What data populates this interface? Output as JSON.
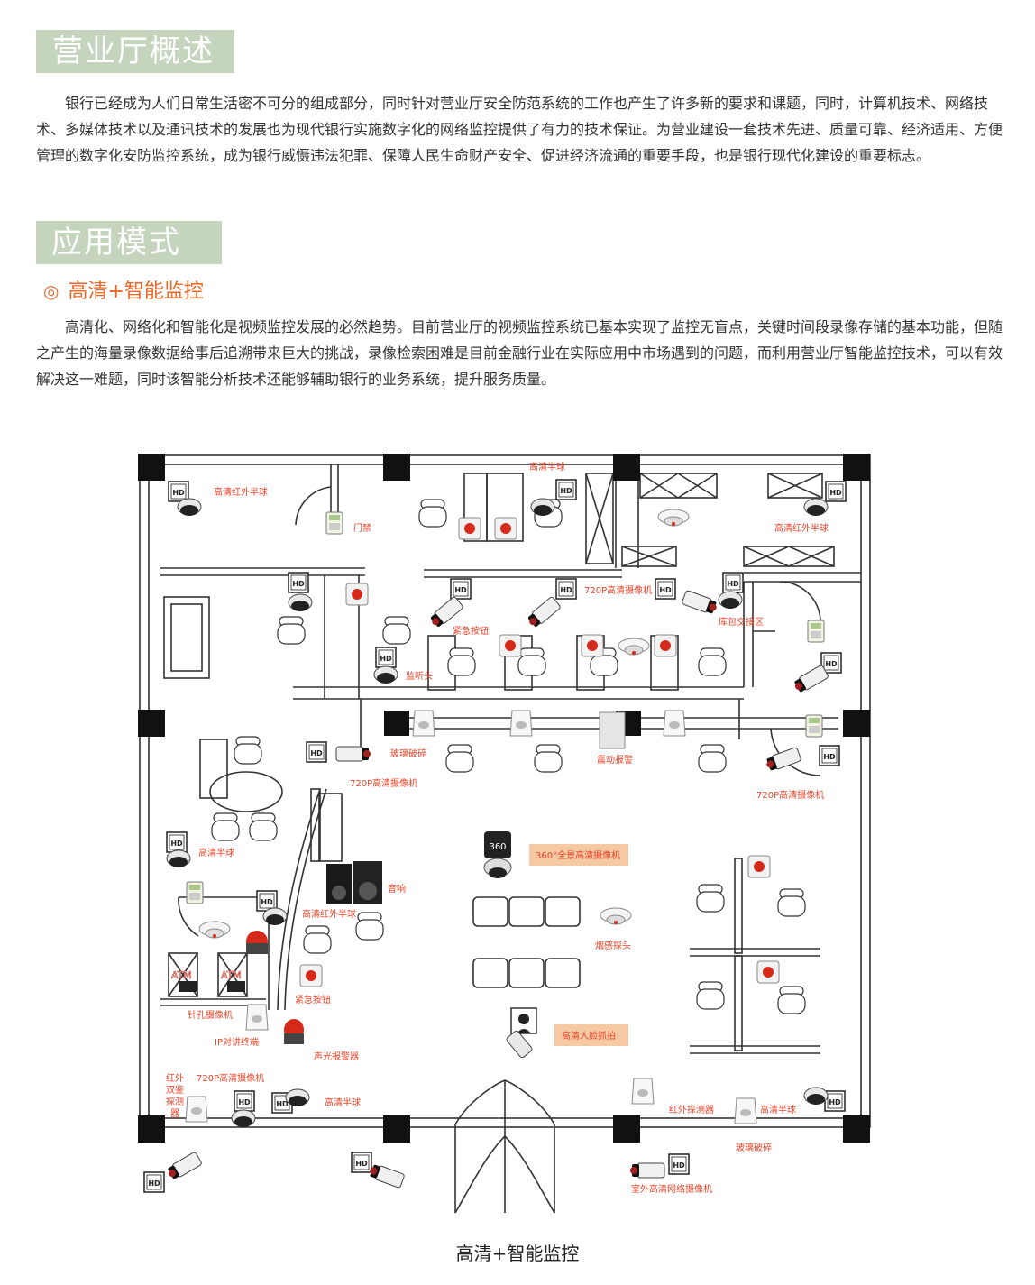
{
  "section1": {
    "title": "营业厅概述",
    "body": "银行已经成为人们日常生活密不可分的组成部分，同时针对营业厅安全防范系统的工作也产生了许多新的要求和课题，同时，计算机技术、网络技术、多媒体技术以及通讯技术的发展也为现代银行实施数字化的网络监控提供了有力的技术保证。为营业建设一套技术先进、质量可靠、经济适用、方便管理的数字化安防监控系统，成为银行威慑违法犯罪、保障人民生命财产安全、促进经济流通的重要手段，也是银行现代化建设的重要标志。"
  },
  "section2": {
    "title": "应用模式",
    "subtitle_icon": "◎",
    "subtitle": "高清+智能监控",
    "body": "高清化、网络化和智能化是视频监控发展的必然趋势。目前营业厅的视频监控系统已基本实现了监控无盲点，关键时间段录像存储的基本功能，但随之产生的海量录像数据给事后追溯带来巨大的挑战，录像检索困难是目前金融行业在实际应用中市场遇到的问题，而利用营业厅智能监控技术，可以有效解决这一难题，同时该智能分析技术还能够辅助银行的业务系统，提升服务质量。"
  },
  "diagram": {
    "labels": {
      "hd_ir_dome_tl": "高清红外半球",
      "door_access": "门禁",
      "hd_dome_top": "高清半球",
      "hd_ir_dome_tr": "高清红外半球",
      "emergency_btn_1": "紧急按钮",
      "cam720_top": "720P高清摄像机",
      "vault_area": "库包交接区",
      "mic_head": "监听头",
      "glass_break_1": "玻璃破碎",
      "vibration_alarm": "震动报警",
      "cam720_left": "720P高清摄像机",
      "cam720_right": "720P高清摄像机",
      "hd_dome_left": "高清半球",
      "cam360": "360°全景高清摄像机",
      "cam360_badge": "360",
      "speaker": "音响",
      "hd_ir_dome_mid": "高清红外半球",
      "smoke_detector": "烟感探头",
      "atm_1": "ATM",
      "atm_2": "ATM",
      "emergency_btn_2": "紧急按钮",
      "pinhole_cam": "针孔摄像机",
      "ip_intercom": "IP对讲终端",
      "face_capture": "高清人脸抓拍",
      "sound_light_alarm": "声光报警器",
      "ir_dual_1": "红外",
      "ir_dual_2": "双鉴",
      "ir_dual_3": "探测",
      "ir_dual_4": "器",
      "cam720_bl": "720P高清摄像机",
      "hd_dome_bottom": "高清半球",
      "ir_detector": "红外探测器",
      "hd_dome_br": "高清半球",
      "glass_break_2": "玻璃破碎",
      "outdoor_cam": "室外高清网络摄像机",
      "hd_badge": "HD"
    },
    "caption": "高清+智能监控"
  },
  "colors": {
    "header_bg": "#c5d4bd",
    "accent_orange": "#e8692a",
    "label_red": "#e8452a",
    "label_box": "#f5c9a3"
  }
}
